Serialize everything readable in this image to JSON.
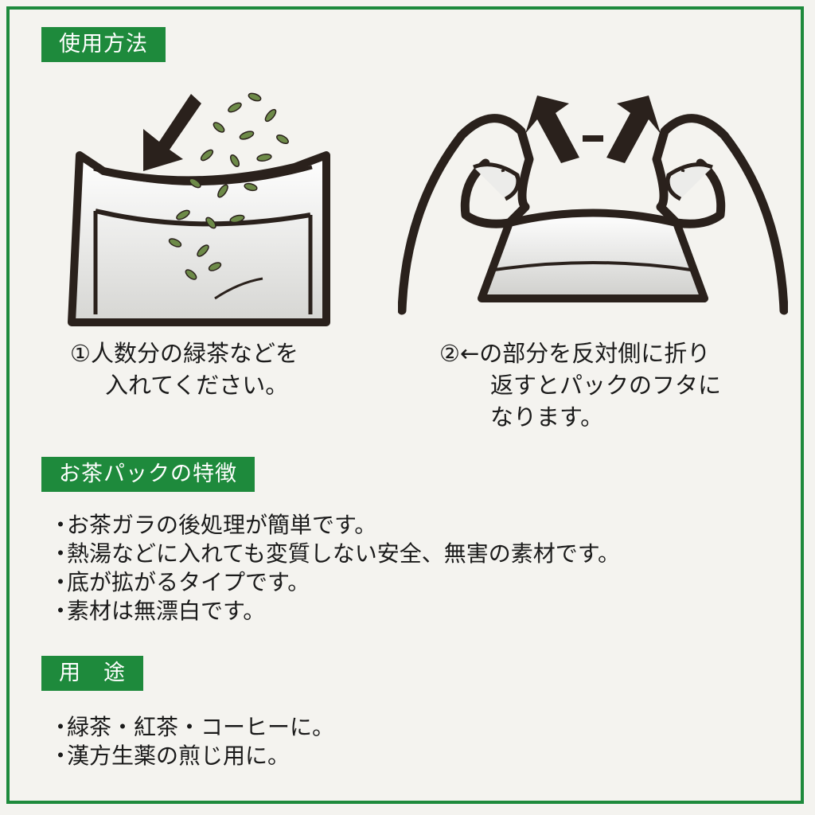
{
  "section1": {
    "title": "使用方法"
  },
  "step1": {
    "line1": "①人数分の緑茶などを",
    "line2": "入れてください。"
  },
  "step2": {
    "line1": "②←の部分を反対側に折り",
    "line2": "返すとパックのフタに",
    "line3": "なります。"
  },
  "section2": {
    "title": "お茶パックの特徴",
    "items": [
      "お茶ガラの後処理が簡単です。",
      "熱湯などに入れても変質しない安全、無害の素材です。",
      "底が拡がるタイプです。",
      "素材は無漂白です。"
    ]
  },
  "section3": {
    "title": "用　途",
    "items": [
      "緑茶・紅茶・コーヒーに。",
      "漢方生薬の煎じ用に。"
    ]
  },
  "colors": {
    "accent": "#1e8a3c",
    "tea_leaf": "#6d8a48",
    "outline": "#2a211c"
  }
}
